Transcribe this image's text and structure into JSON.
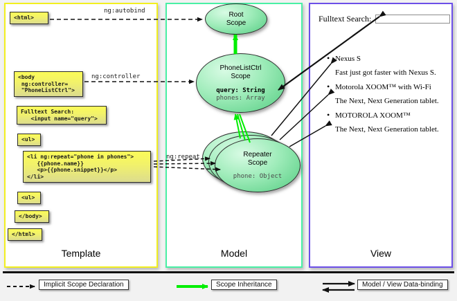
{
  "panels": {
    "template": {
      "label": "Template",
      "border_color": "#f2ef1f"
    },
    "model": {
      "label": "Model",
      "border_color": "#49f0a5"
    },
    "view": {
      "label": "View",
      "border_color": "#6c4fe8"
    }
  },
  "template_boxes": [
    {
      "id": "html-open",
      "text": "<html>"
    },
    {
      "id": "body-open",
      "text": "<body\n ng:controller=\n \"PhoneListCtrl\">"
    },
    {
      "id": "search",
      "text": "Fulltext Search:\n   <input name=\"query\">"
    },
    {
      "id": "ul-open",
      "text": "<ul>"
    },
    {
      "id": "li-repeat",
      "text": "<li ng:repeat=\"phone in phones\">\n   {{phone.name}}\n   <p>{{phone.snippet}}</p>\n</li>"
    },
    {
      "id": "ul-close",
      "text": "<ul>"
    },
    {
      "id": "body-close",
      "text": "</body>"
    },
    {
      "id": "html-close",
      "text": "</html>"
    }
  ],
  "connectors": [
    {
      "id": "autobind",
      "label": "ng:autobind"
    },
    {
      "id": "controller",
      "label": "ng:controller"
    },
    {
      "id": "repeat",
      "label": "ng:repeat"
    }
  ],
  "scopes": [
    {
      "id": "root",
      "title_line1": "Root",
      "title_line2": "Scope",
      "props": []
    },
    {
      "id": "phonelistctrl",
      "title_line1": "PhoneListCtrl",
      "title_line2": "Scope",
      "props": [
        {
          "text": "query: String",
          "emphasis": "bold"
        },
        {
          "text": "phones: Array",
          "emphasis": "dim"
        }
      ]
    },
    {
      "id": "repeater",
      "title_line1": "Repeater",
      "title_line2": "Scope",
      "props": [
        {
          "text": "phone: Object",
          "emphasis": "dim"
        }
      ]
    }
  ],
  "view": {
    "search_label": "Fulltext Search:",
    "search_value": "",
    "search_placeholder": "",
    "items": [
      {
        "name": "Nexus S",
        "snippet": "Fast just got faster with Nexus S."
      },
      {
        "name": "Motorola XOOM™  with Wi-Fi",
        "snippet": "The Next, Next Generation tablet."
      },
      {
        "name": "MOTOROLA XOOM™",
        "snippet": "The Next, Next Generation tablet."
      }
    ]
  },
  "legend": [
    {
      "id": "implicit",
      "label": "Implicit Scope Declaration",
      "arrow": "dashed-black"
    },
    {
      "id": "inheritance",
      "label": "Scope Inheritance",
      "arrow": "solid-green"
    },
    {
      "id": "databinding",
      "label": "Model / View Data-binding",
      "arrow": "double-black"
    }
  ],
  "colors": {
    "template_border": "#f2ef1f",
    "model_border": "#49f0a5",
    "view_border": "#6c4fe8",
    "scope_fill": "#9fecba",
    "inheritance_arrow": "#00ee00",
    "code_box": "#f2f26a"
  }
}
